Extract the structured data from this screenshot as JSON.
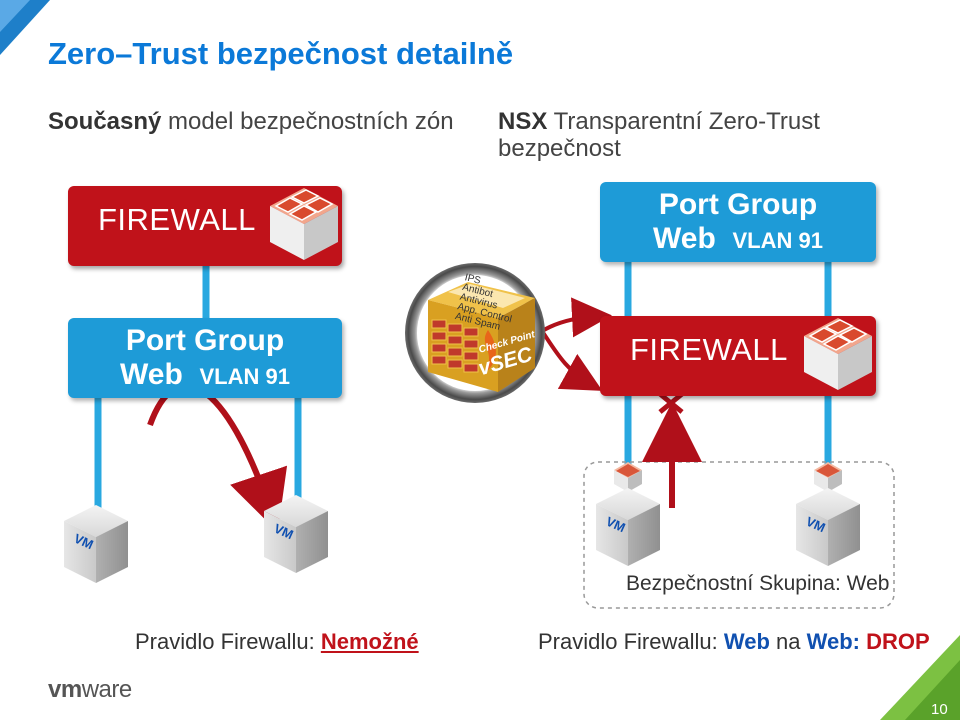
{
  "title": "Zero–Trust bezpečnost detailně",
  "left": {
    "subhead_bold": "Současný",
    "subhead_rest": " model bezpečnostních zón",
    "firewall_label": "FIREWALL",
    "port_group": {
      "line1": "Port Group",
      "web": "Web",
      "vlan": "VLAN 91"
    },
    "vm_labels": [
      "VM",
      "VM"
    ],
    "caption_prefix": "Pravidlo Firewallu: ",
    "caption_value": "Nemožné"
  },
  "right": {
    "subhead_bold": "NSX",
    "subhead_rest": " Transparentní Zero-Trust bezpečnost",
    "port_group": {
      "line1": "Port Group",
      "web": "Web",
      "vlan": "VLAN 91"
    },
    "firewall_label": "FIREWALL",
    "vm_labels": [
      "VM",
      "VM"
    ],
    "security_group_label": "Bezpečnostní Skupina: Web",
    "caption_prefix": "Pravidlo Firewallu: ",
    "caption_web1": "Web",
    "caption_mid": " na ",
    "caption_web2": "Web",
    "caption_colon": ": ",
    "caption_drop": "DROP"
  },
  "vsec": {
    "label": "vSEC",
    "brand": "Check Point",
    "features": [
      "IPS",
      "Antibot",
      "Antivirus",
      "App. Control",
      "Anti Spam"
    ]
  },
  "footer": {
    "logo_bold": "vm",
    "logo_rest": "ware",
    "page_number": "10"
  },
  "colors": {
    "title_blue": "#0b79d8",
    "firewall_red": "#c0121a",
    "portgroup_blue": "#1e9bd7",
    "arrow_red": "#b0101a",
    "corner_green": "#7cc142"
  }
}
